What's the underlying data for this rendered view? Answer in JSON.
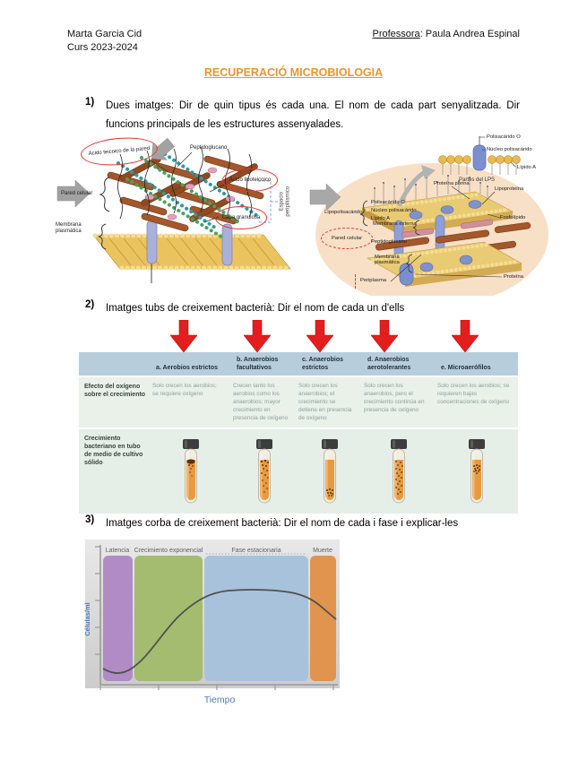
{
  "header": {
    "student_name": "Marta Garcia Cid",
    "course": "Curs 2023-2024",
    "teacher_label": "Professora",
    "teacher_rest": ": Paula Andrea Espinal"
  },
  "title": "RECUPERACIÓ MICROBIOLOGIA",
  "questions": {
    "q1_num": "1)",
    "q1_text": "Dues imatges: Dir de quin tipus és cada una. El nom de cada part senyalitzada. Dir funcions principals de les estructures assenyalades.",
    "q2_num": "2)",
    "q2_text": "Imatges tubs de creixement bacterià: Dir el nom de cada un d'ells",
    "q3_num": "3)",
    "q3_text": "Imatges corba de creixement bacterià: Dir el nom de cada i fase i explicar-les"
  },
  "gram_positive_diagram": {
    "labels": {
      "acido_teicoico": "Ácido teicoico de la pared",
      "peptidoglucano": "Peptidoglucano",
      "pared_celular": "Pared celular",
      "membrana_plasmatica": "Membrana plasmática",
      "acido_lipoteicoico": "Ácido lipoteicoico",
      "capa_granulosa": "Capa granulosa",
      "espacio_periplasmico": "Espacio periplásmico"
    }
  },
  "gram_negative_diagram": {
    "labels": {
      "lipopolisacarido": "Lipopolisacárido",
      "polisacarido_o": "Polisacárido O",
      "nucleo_polisacarido": "Núcleo polisacárido",
      "lipido_a": "Lípido A",
      "pared_celular": "Pared celular",
      "membrana_externa": "Membrana externa",
      "peptidoglucano": "Peptidoglucano",
      "membrana_plasmatica": "Membrana plasmática",
      "periplasma": "Periplasma",
      "proteina_porina": "Proteína porina",
      "lipoproteina": "Lipoproteína",
      "fosfolipido": "Fosfolípido",
      "proteina": "Proteína"
    },
    "inset_labels": {
      "polisacarido_o": "Polisacárido O",
      "nucleo_polisacarido": "Núcleo polisacárido",
      "lipido_a": "Lípido A",
      "partes_del_lps": "Partes del LPS"
    }
  },
  "oxygen_table": {
    "row1_header": "Efecto del oxígeno sobre el crecimiento",
    "row2_header": "Crecimiento bacteriano en tubo de medio de cultivo sólido",
    "columns": [
      {
        "header": "a. Aerobios estrictos",
        "effect": "Solo crecen los aerobios; se requiere oxígeno"
      },
      {
        "header": "b. Anaerobios facultativos",
        "effect": "Crecen tanto los aerobios como los anaerobios; mayor crecimiento en presencia de oxígeno"
      },
      {
        "header": "c. Anaerobios estrictos",
        "effect": "Solo crecen los anaerobios; el crecimiento se detiene en presencia de oxígeno"
      },
      {
        "header": "d. Anaerobios aerotolerantes",
        "effect": "Solo crecen los anaerobios, pero el crecimiento continúa en presencia de oxígeno"
      },
      {
        "header": "e. Microaerófilos",
        "effect": "Solo crecen los aerobios; se requieren bajas concentraciones de oxígeno"
      }
    ]
  },
  "chart_data": {
    "type": "line",
    "title": "",
    "xlabel": "Tiempo",
    "ylabel": "Células/ml",
    "legend": false,
    "gridlines": false,
    "axis_tick_labels": "none",
    "phases": [
      {
        "label": "Latencia",
        "color": "#b08bc5"
      },
      {
        "label": "Crecimiento exponencial",
        "color": "#a3bc70"
      },
      {
        "label": "Fase estacionaria",
        "color": "#a8c2dc"
      },
      {
        "label": "Muerte",
        "color": "#e0944e"
      }
    ],
    "series": [
      {
        "name": "crecimiento bacteriano",
        "x_relative": [
          0,
          0.08,
          0.12,
          0.2,
          0.3,
          0.4,
          0.5,
          0.6,
          0.7,
          0.8,
          0.88,
          0.95,
          1.0
        ],
        "y_relative": [
          0.1,
          0.09,
          0.1,
          0.22,
          0.45,
          0.62,
          0.68,
          0.7,
          0.7,
          0.69,
          0.66,
          0.58,
          0.52
        ]
      }
    ]
  }
}
